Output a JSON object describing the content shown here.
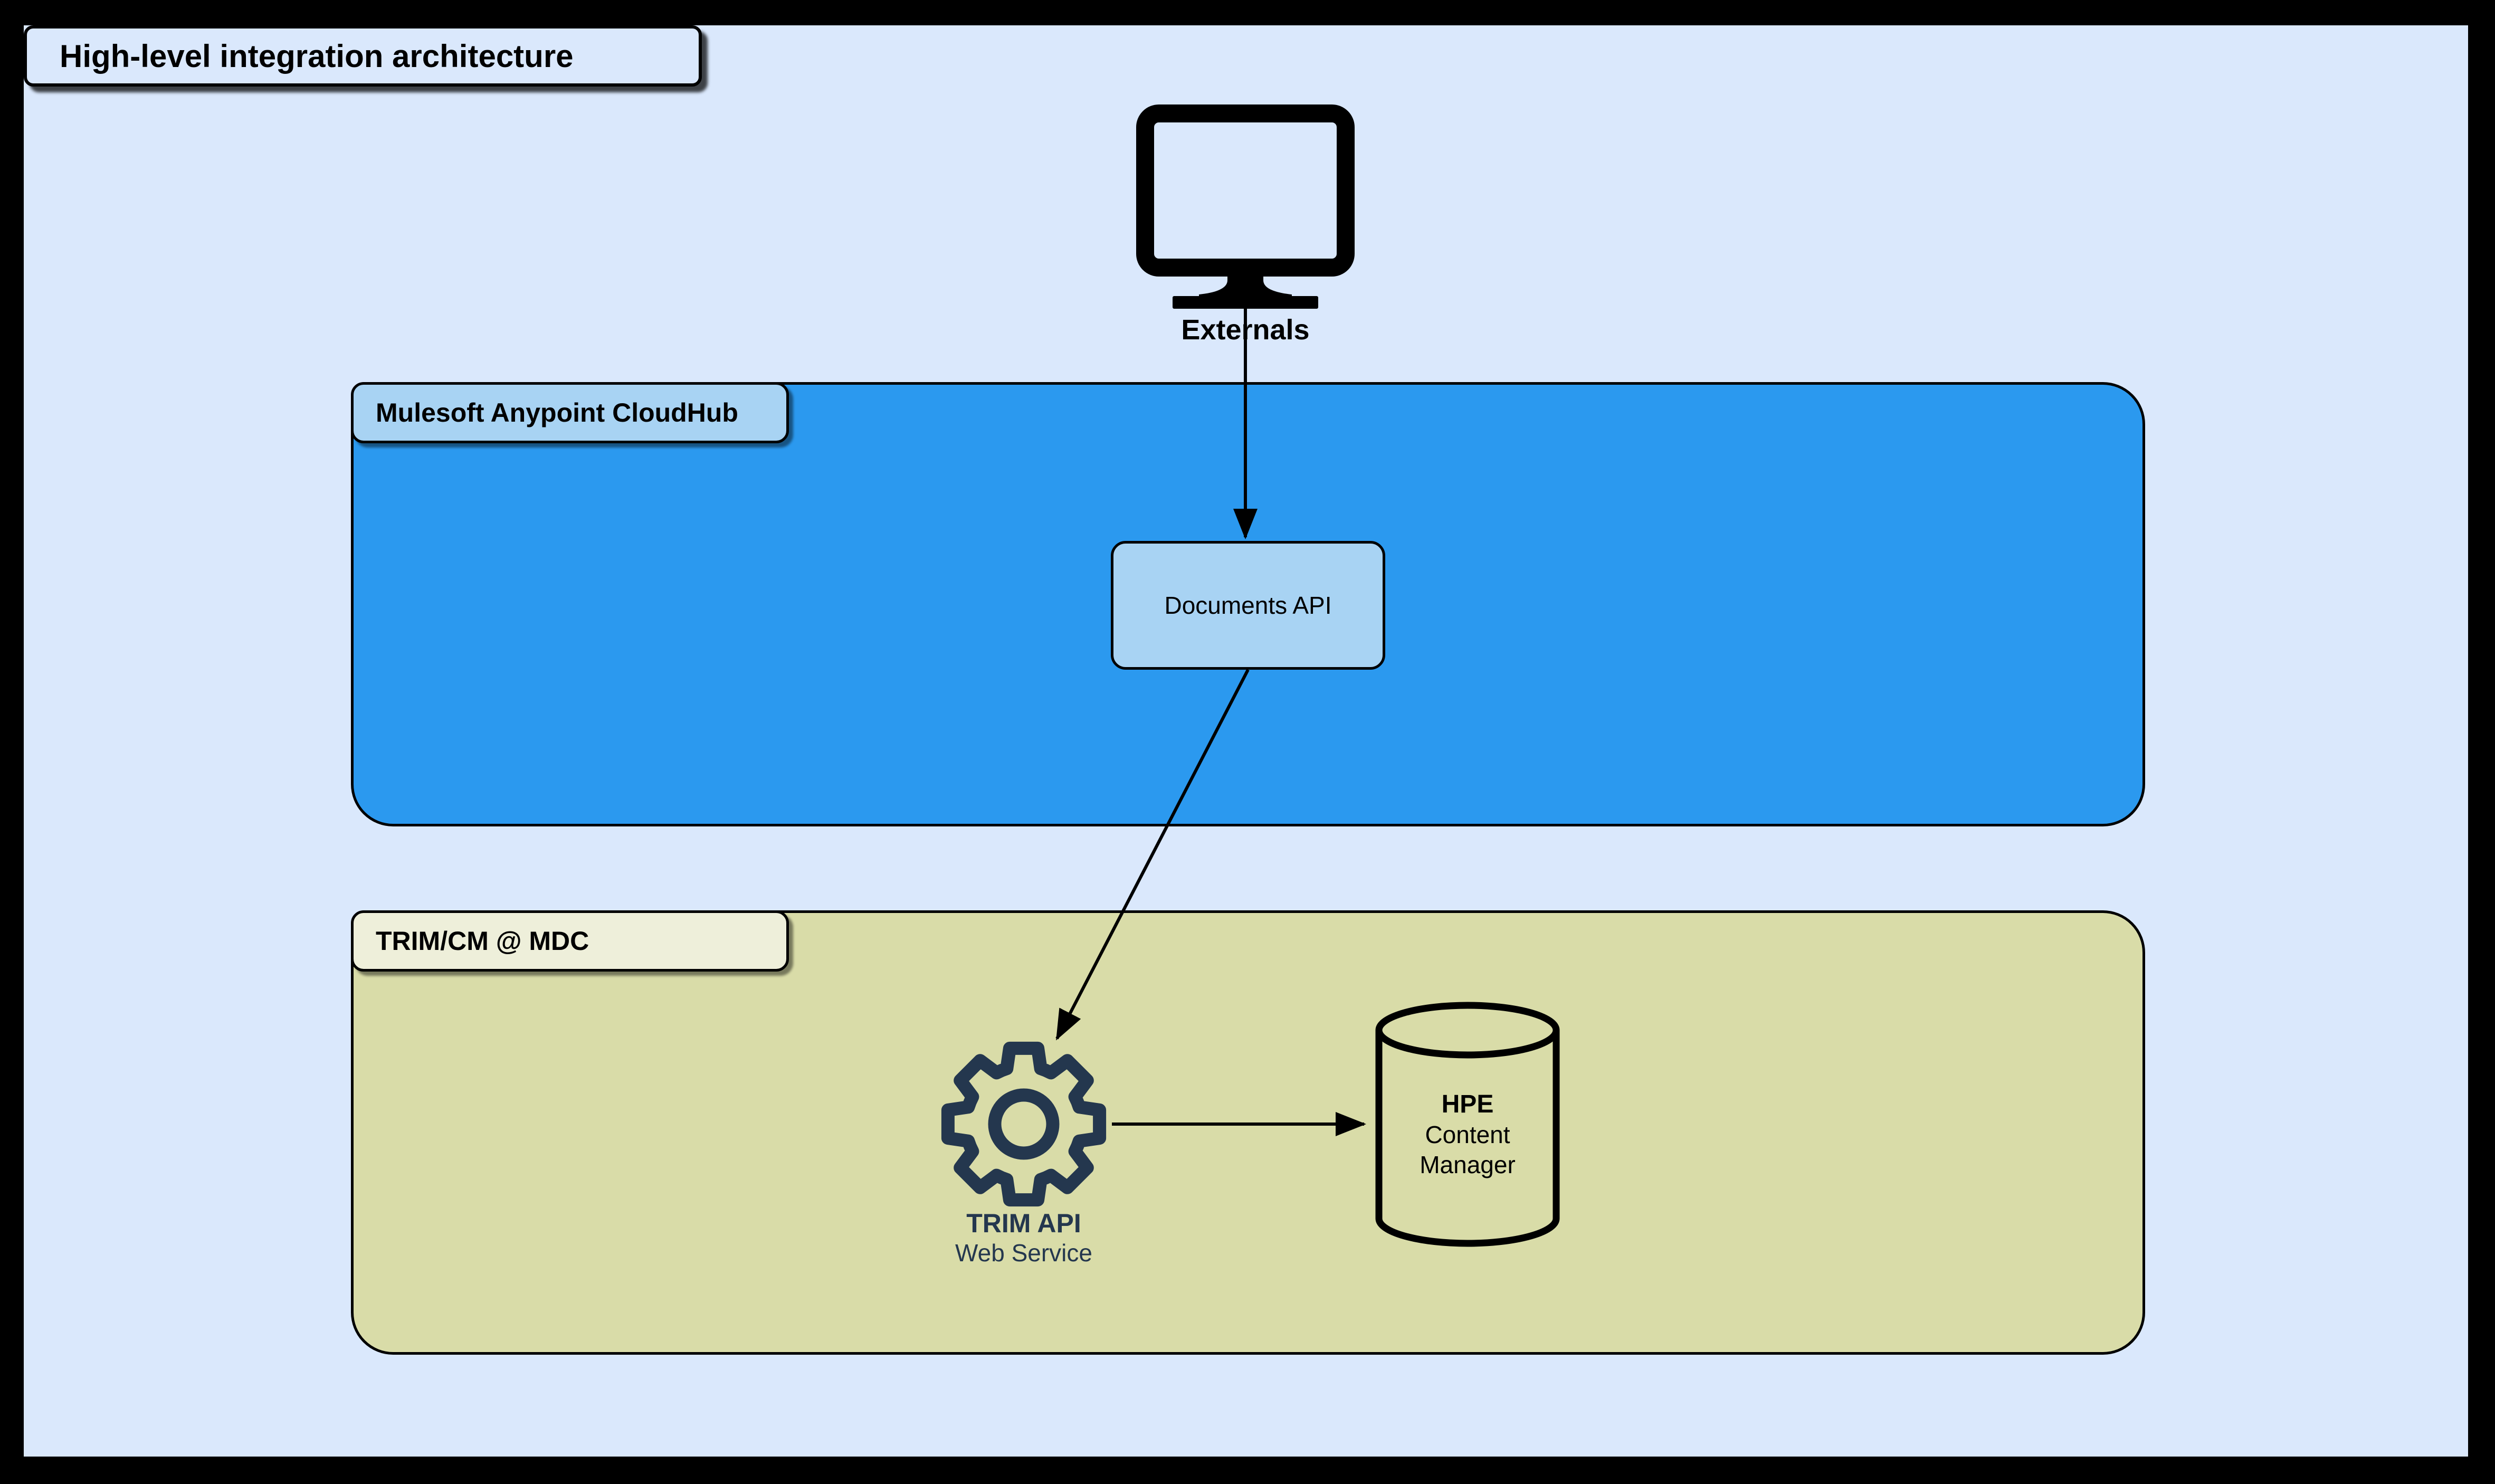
{
  "page": {
    "frame_color": "#000000",
    "canvas_color": "#DAE8FC"
  },
  "title": {
    "label": "High-level integration architecture"
  },
  "externals": {
    "label": "Externals",
    "icon": "monitor-icon"
  },
  "containers": {
    "cloudhub": {
      "label": "Mulesoft Anypoint CloudHub",
      "fill": "#2B99EF",
      "label_fill": "#A8D3F3"
    },
    "trim_mdc": {
      "label": "TRIM/CM @ MDC",
      "fill": "#D9DCA8",
      "label_fill": "#EEEFDA"
    }
  },
  "nodes": {
    "documents_api": {
      "label": "Documents API",
      "fill": "#A8D3F3"
    },
    "trim_api": {
      "label": "TRIM API",
      "sublabel": "Web Service",
      "icon": "gear-icon",
      "color": "#24374E"
    },
    "hpe_content_manager": {
      "label_line1": "HPE",
      "label_line2": "Content",
      "label_line3": "Manager",
      "icon": "database-icon"
    }
  },
  "connections": [
    {
      "from": "Externals",
      "to": "Documents API",
      "style": "solid-arrow"
    },
    {
      "from": "Documents API",
      "to": "TRIM API Web Service",
      "style": "solid-arrow"
    },
    {
      "from": "TRIM API Web Service",
      "to": "HPE Content Manager",
      "style": "solid-arrow"
    }
  ]
}
